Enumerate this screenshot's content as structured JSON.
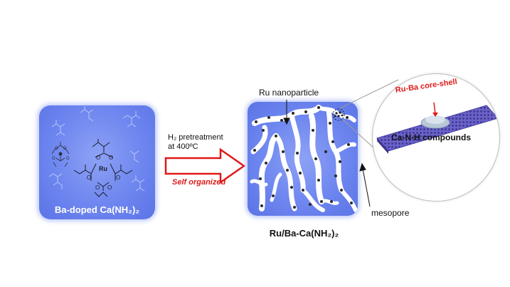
{
  "left_panel": {
    "caption": "Ba-doped Ca(NH₂)₂"
  },
  "arrow": {
    "pretreatment_line1": "H₂ pretreatment",
    "pretreatment_line2": "at 400ºC",
    "self_organized": "Self organized"
  },
  "middle_panel": {
    "caption": "Ru/Ba-Ca(NH₂)₂",
    "ru_nanoparticle_label": "Ru nanoparticle",
    "mesopore_label": "mesopore"
  },
  "zoom": {
    "core_shell_label": "Ru-Ba core-shell",
    "compound_label": "Ca-N-H compounds"
  },
  "complex": {
    "metal": "Ru",
    "ligand_atom": "O"
  },
  "colors": {
    "panel": "#6e86ef",
    "arrow_red": "#e01818",
    "core_shell_red": "#e01818",
    "sheet_purple": "#5a52b8"
  }
}
